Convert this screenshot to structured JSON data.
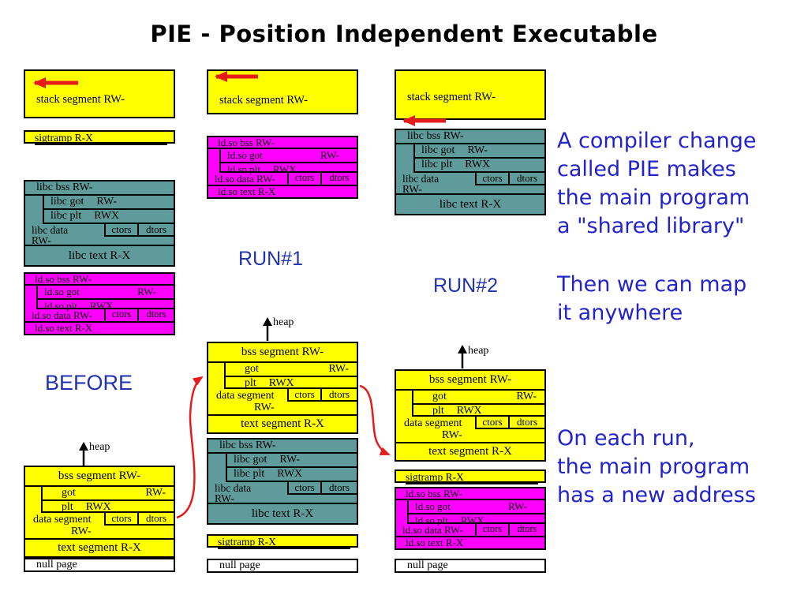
{
  "title": "PIE - Position Independent Executable",
  "labels": {
    "before": "BEFORE",
    "run1": "RUN#1",
    "run2": "RUN#2",
    "heap": "heap"
  },
  "notes": {
    "pie": [
      "A compiler change",
      "called PIE makes",
      "the main program",
      "a \"shared library\""
    ],
    "map": [
      "Then we can map",
      "it anywhere"
    ],
    "run": [
      "On each run,",
      "the main program",
      "has a new address"
    ]
  },
  "segments": {
    "stack": "stack segment RW-",
    "sigtramp": "sigtramp R-X",
    "null_page": "null page",
    "ctors": "ctors",
    "dtors": "dtors",
    "prog": {
      "bss": "bss segment RW-",
      "got": "got",
      "got_perm": "RW-",
      "plt": "plt",
      "plt_perm": "RWX",
      "data1": "data segment",
      "data2": "RW-",
      "text": "text segment R-X"
    },
    "libc": {
      "bss": "libc bss RW-",
      "got": "libc got",
      "got_perm": "RW-",
      "plt": "libc plt",
      "plt_perm": "RWX",
      "data1": "libc data",
      "data2": "RW-",
      "text": "libc text R-X"
    },
    "ldso": {
      "bss": "ld.so bss RW-",
      "got": "ld.so got",
      "got_perm": "RW-",
      "plt": "ld.so plt",
      "plt_perm": "RWX",
      "data": "ld.so data RW-",
      "text": "ld.so text R-X"
    }
  },
  "colors": {
    "yellow": "#ffff00",
    "magenta": "#ff00ff",
    "teal": "#5f9b9b",
    "arrow_red": "#e61b1b",
    "note_blue": "#2323cc",
    "label_blue": "#2233b0"
  }
}
